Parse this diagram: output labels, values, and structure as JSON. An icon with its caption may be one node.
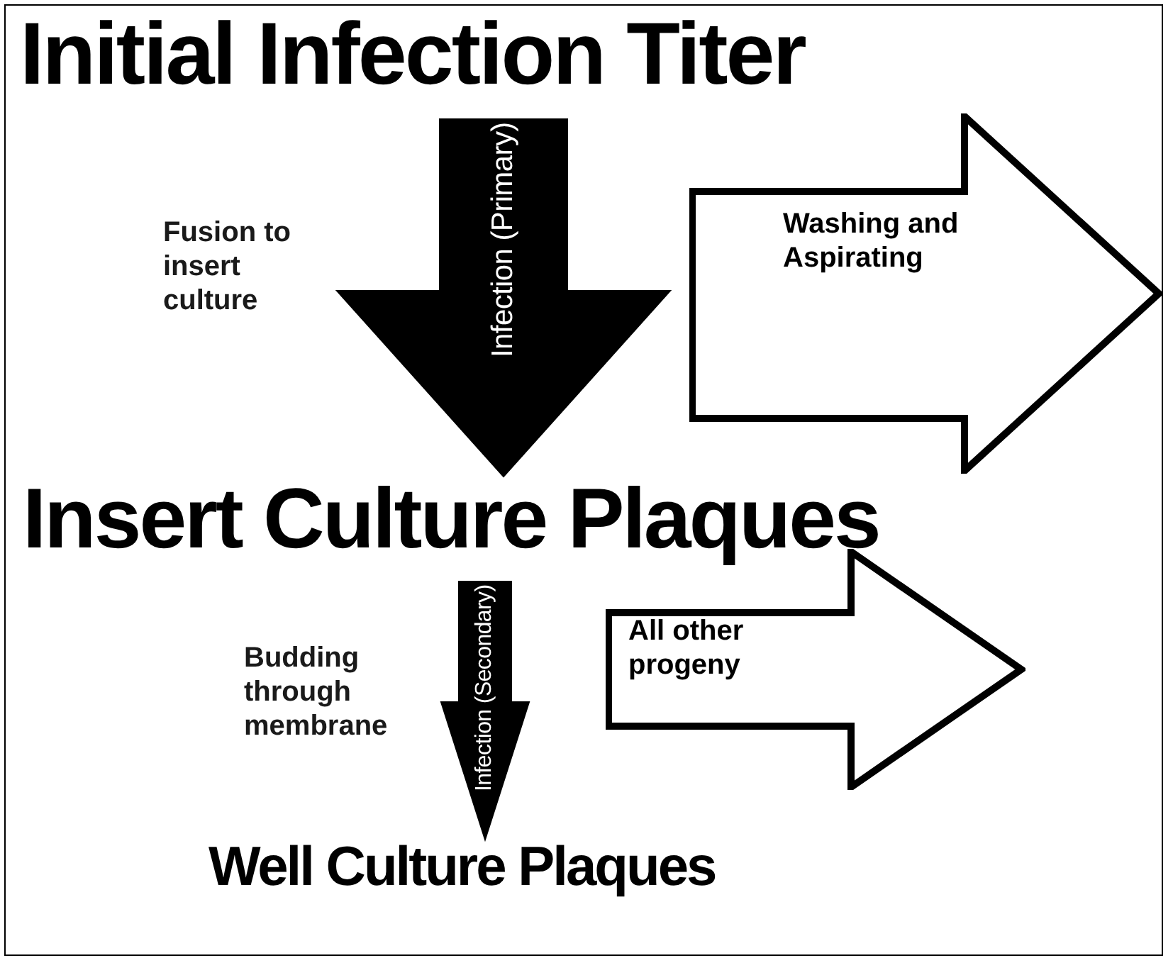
{
  "diagram": {
    "nodes": [
      {
        "text": [
          "Initial Infection Titer"
        ]
      },
      {
        "text": [
          "Washing and Aspirating"
        ]
      },
      {
        "text": [
          "Insert Culture Plaques"
        ]
      },
      {
        "text": [
          "All other progeny"
        ]
      },
      {
        "text": [
          "Well Culture Plaques"
        ]
      }
    ],
    "edges": [
      {
        "from": 0,
        "to": 2,
        "arrow": "to",
        "label": "Infection (Primary)"
      },
      {
        "from": 2,
        "to": 4,
        "arrow": "to",
        "label": "Infection (Secondary)"
      }
    ],
    "labels": [
      "Fusion to insert culture",
      "Budding through membrane"
    ]
  }
}
